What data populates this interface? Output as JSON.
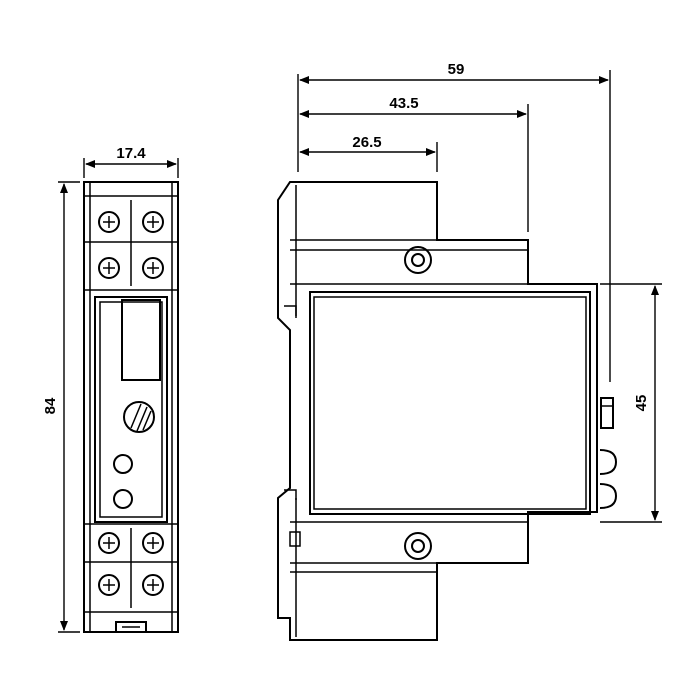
{
  "dimensions": {
    "front_width": "17.4",
    "front_height": "84",
    "side_total_depth": "59",
    "side_mid_depth": "43.5",
    "side_front_depth": "26.5",
    "side_window_height": "45"
  },
  "colors": {
    "line": "#000000",
    "background": "#ffffff"
  }
}
